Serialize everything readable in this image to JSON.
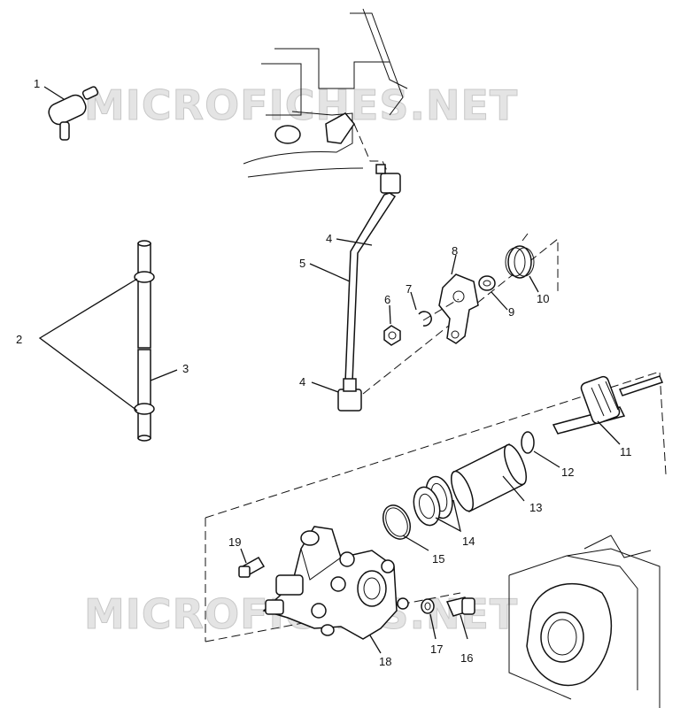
{
  "watermark": "MICROFICHES.NET",
  "callouts": [
    "1",
    "2",
    "3",
    "4",
    "5",
    "4",
    "6",
    "7",
    "8",
    "9",
    "10",
    "11",
    "12",
    "13",
    "14",
    "15",
    "19",
    "18",
    "17",
    "16"
  ]
}
